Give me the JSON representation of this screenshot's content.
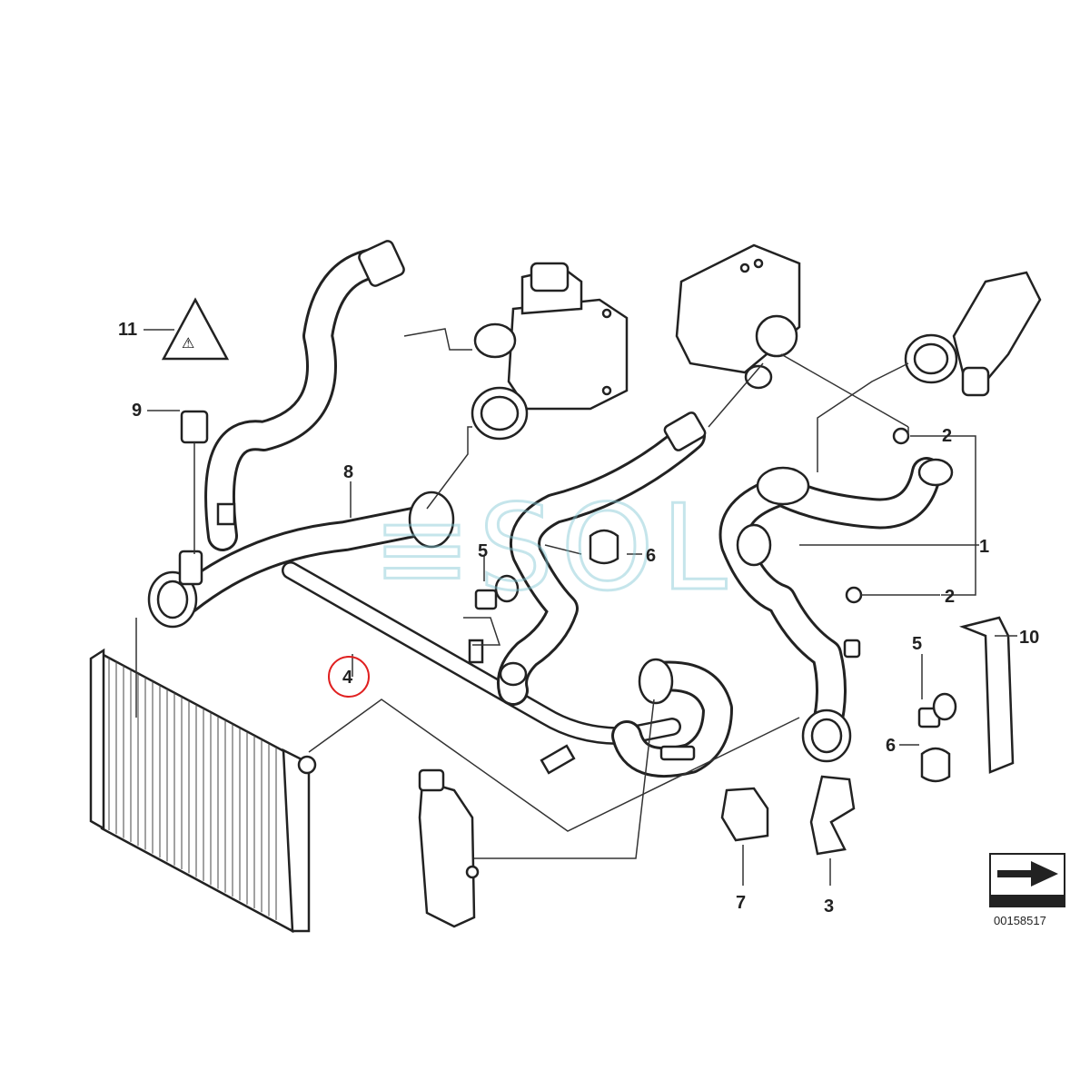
{
  "callouts": {
    "c1": "1",
    "c2a": "2",
    "c2b": "2",
    "c3": "3",
    "c4": "4",
    "c5a": "5",
    "c5b": "5",
    "c6a": "6",
    "c6b": "6",
    "c7": "7",
    "c8": "8",
    "c9": "9",
    "c10": "10",
    "c11": "11"
  },
  "reference_number": "00158517",
  "highlight_color": "#e02020"
}
